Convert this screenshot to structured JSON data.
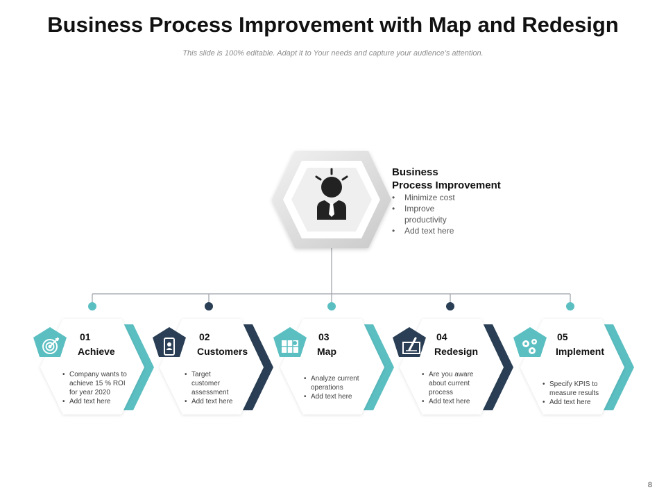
{
  "title": "Business Process Improvement with Map and Redesign",
  "subtitle": "This slide is 100% editable. Adapt it to Your needs and capture your audience’s attention.",
  "root": {
    "title_line1": "Business",
    "title_line2": "Process Improvement",
    "bullets": [
      "Minimize cost",
      "Improve productivity",
      "Add text here"
    ],
    "icon": "businessman-idea-icon"
  },
  "steps": [
    {
      "number": "01",
      "label": "Achieve",
      "icon": "target-icon",
      "accent": "#5bbfc2",
      "bullets": [
        "Company wants to achieve 15 % ROI for year 2020",
        "Add text here"
      ]
    },
    {
      "number": "02",
      "label": "Customers",
      "icon": "mobile-user-icon",
      "accent": "#2a3f55",
      "bullets": [
        "Target customer assessment",
        "Add text here"
      ]
    },
    {
      "number": "03",
      "label": "Map",
      "icon": "map-icon",
      "accent": "#5bbfc2",
      "bullets": [
        "Analyze current operations",
        "Add text here"
      ]
    },
    {
      "number": "04",
      "label": "Redesign",
      "icon": "pencil-ruler-icon",
      "accent": "#2a3f55",
      "bullets": [
        "Are you aware about current process",
        "Add text here"
      ]
    },
    {
      "number": "05",
      "label": "Implement",
      "icon": "gears-icon",
      "accent": "#5bbfc2",
      "bullets": [
        "Specify KPIS to measure results",
        "Add text here"
      ]
    }
  ],
  "colors": {
    "teal": "#5bbfc2",
    "navy": "#2a3f55",
    "connector": "#9aa0a6"
  },
  "page_number": "8"
}
